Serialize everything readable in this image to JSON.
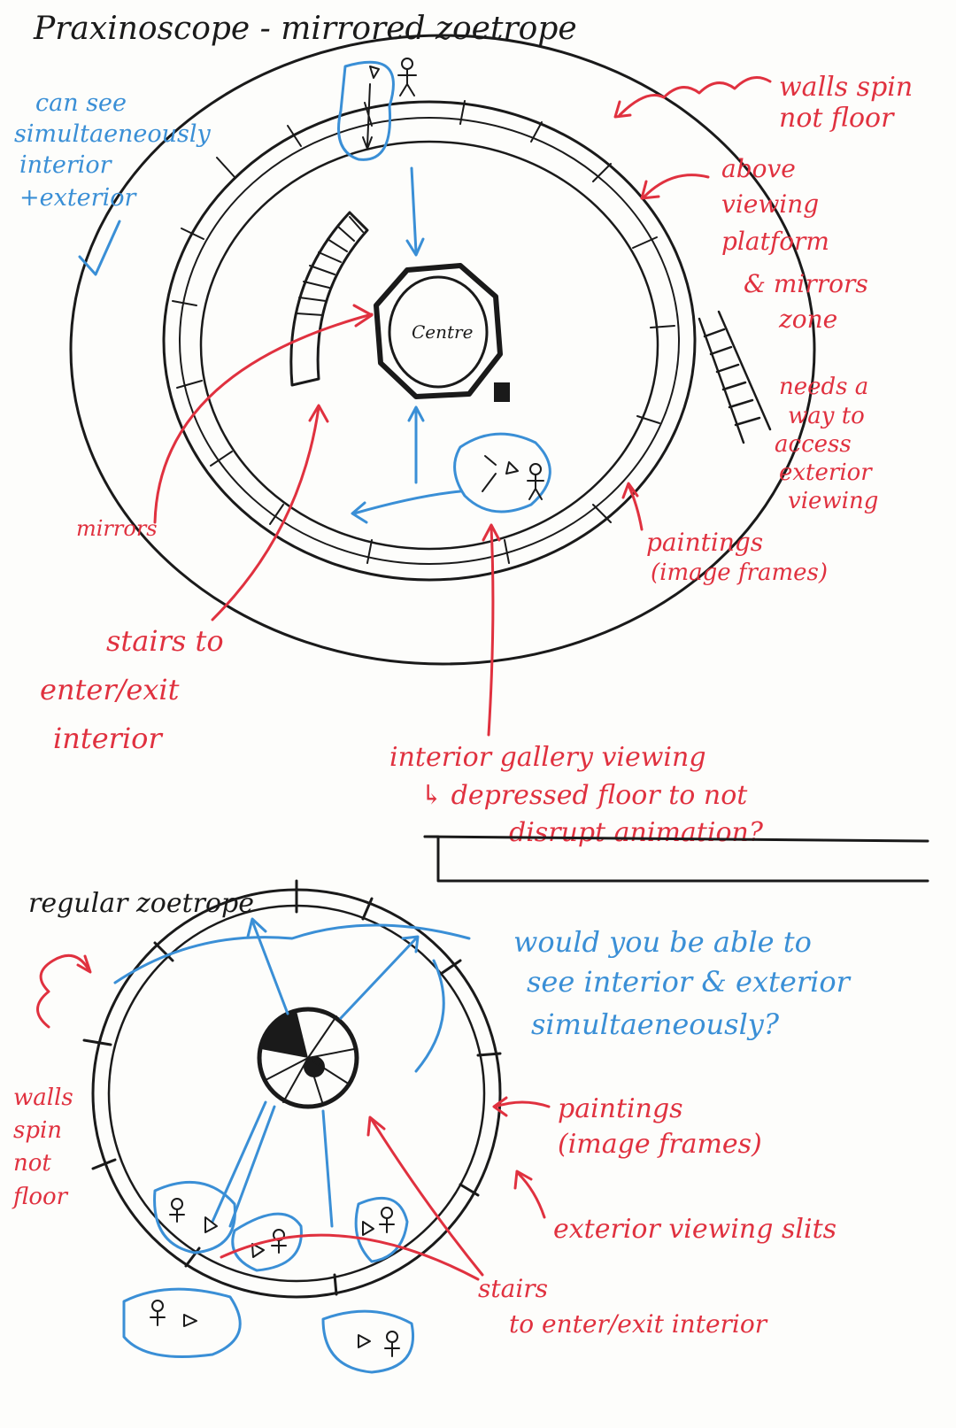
{
  "colors": {
    "black_ink": "#1a1a1a",
    "red_ink": "#e0313f",
    "blue_ink": "#3a8fd6",
    "paper": "#fdfdfb"
  },
  "top": {
    "title": "Praxinoscope - mirrored zoetrope",
    "centre_label": "Centre",
    "blue_note": [
      "can see",
      "simultaeneously",
      "interior",
      "+exterior"
    ],
    "walls_note": [
      "walls spin",
      "not floor"
    ],
    "platform_note": [
      "above",
      "viewing",
      "platform",
      "& mirrors",
      "zone"
    ],
    "access_note": [
      "needs a",
      "way to",
      "access",
      "exterior",
      "viewing"
    ],
    "mirrors_label": "mirrors",
    "paintings_note": [
      "paintings",
      "(image frames)"
    ],
    "stairs_note": [
      "stairs to",
      "enter/exit",
      "interior"
    ],
    "gallery_note": [
      "interior gallery viewing",
      "↳ depressed floor to not",
      "disrupt animation?"
    ]
  },
  "bottom": {
    "title": "regular zoetrope",
    "question_note": [
      "would you be able to",
      "see interior & exterior",
      "simultaeneously?"
    ],
    "walls_note": [
      "walls",
      "spin",
      "not",
      "floor"
    ],
    "paintings_note": [
      "paintings",
      "(image frames)"
    ],
    "slits_note": "exterior viewing slits",
    "stairs_note": [
      "stairs",
      "to enter/exit interior"
    ]
  }
}
